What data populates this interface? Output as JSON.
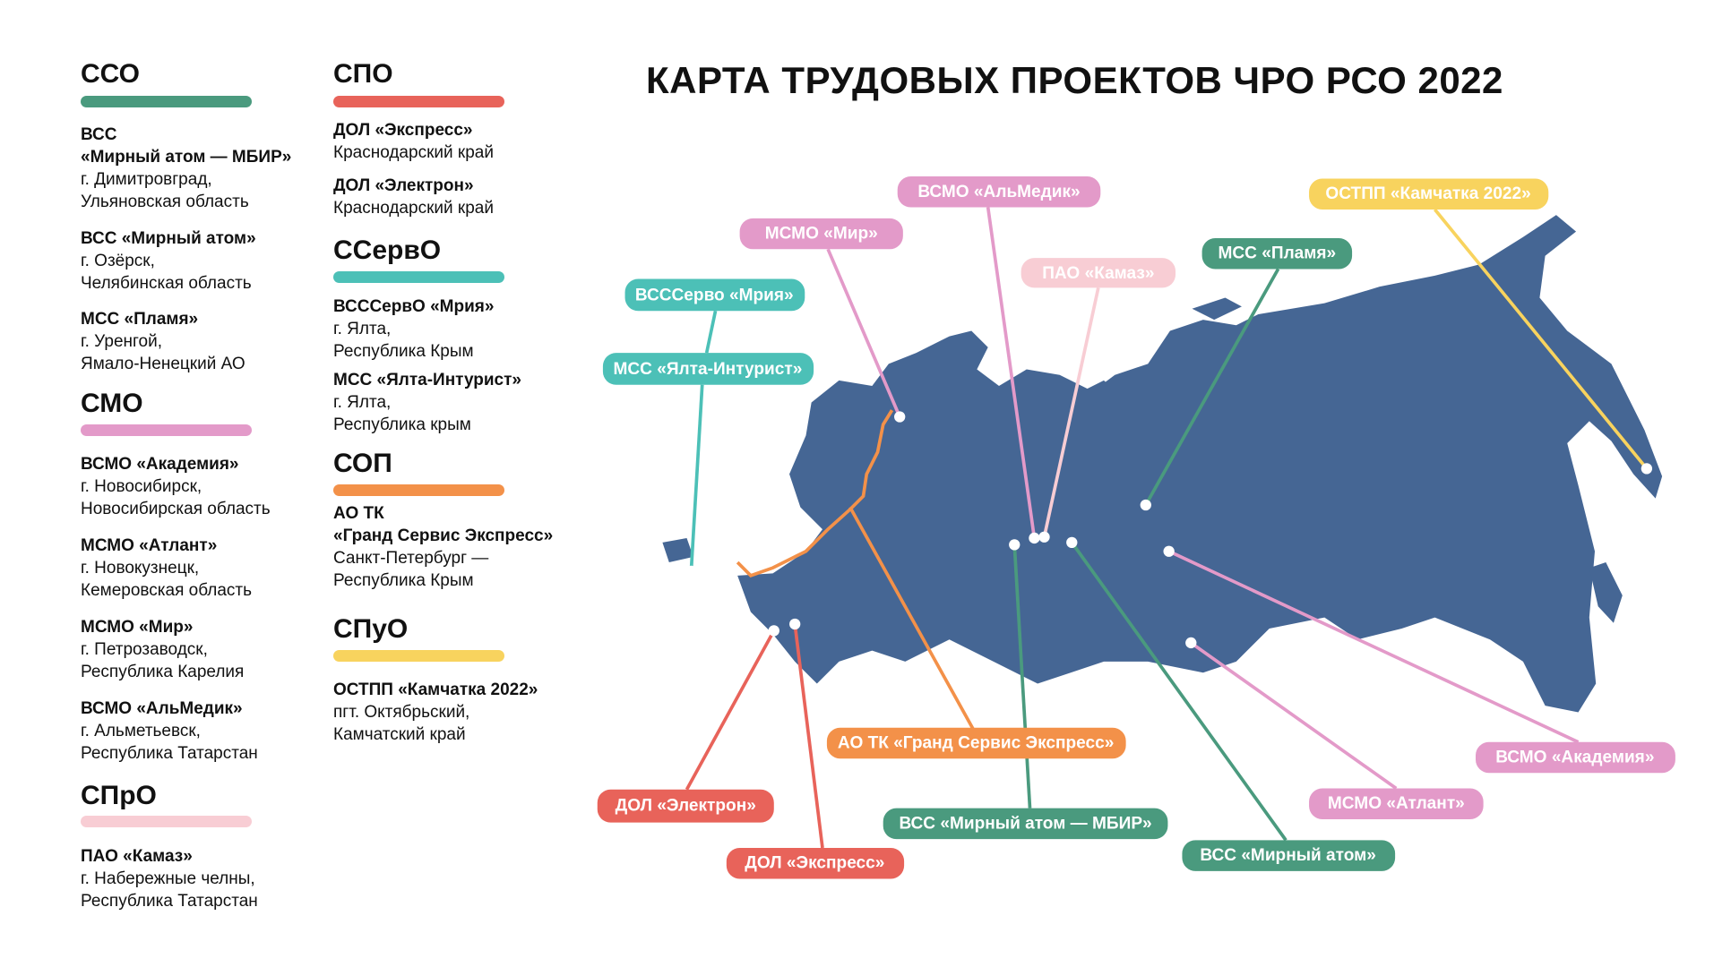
{
  "title": "КАРТА ТРУДОВЫХ ПРОЕКТОВ ЧРО РСО 2022",
  "colors": {
    "sso": "#4a9a7e",
    "spo": "#e8635a",
    "sservo": "#4cc0b7",
    "sop": "#f39149",
    "spuo": "#f8d35e",
    "smo": "#e39ac9",
    "spro": "#f8cdd4",
    "map": "#456694"
  },
  "legend": {
    "sso": {
      "title": "ССО",
      "items": [
        {
          "name1": "ВСС",
          "name2": "«Мирный атом — МБИР»",
          "l1": "г. Димитровград,",
          "l2": "Ульяновская область"
        },
        {
          "name1": "ВСС «Мирный атом»",
          "l1": "г. Озёрск,",
          "l2": "Челябинская область"
        },
        {
          "name1": "МСС «Пламя»",
          "l1": "г. Уренгой,",
          "l2": "Ямало-Ненецкий АО"
        }
      ]
    },
    "smo": {
      "title": "СМО",
      "items": [
        {
          "name1": "ВСМО «Академия»",
          "l1": "г. Новосибирск,",
          "l2": "Новосибирская область"
        },
        {
          "name1": "МСМО «Атлант»",
          "l1": "г. Новокузнецк,",
          "l2": "Кемеровская область"
        },
        {
          "name1": "МСМО «Мир»",
          "l1": "г. Петрозаводск,",
          "l2": "Республика Карелия"
        },
        {
          "name1": "ВСМО «АльМедик»",
          "l1": "г. Альметьевск,",
          "l2": "Республика Татарстан"
        }
      ]
    },
    "spro": {
      "title": "СПрО",
      "items": [
        {
          "name1": "ПАО «Камаз»",
          "l1": "г. Набережные челны,",
          "l2": "Республика Татарстан"
        }
      ]
    },
    "spo": {
      "title": "СПО",
      "items": [
        {
          "name1": "ДОЛ «Экспресс»",
          "l1": "Краснодарский край"
        },
        {
          "name1": "ДОЛ «Электрон»",
          "l1": "Краснодарский край"
        }
      ]
    },
    "sservo": {
      "title": "ССервО",
      "items": [
        {
          "name1": "ВСССервО «Мрия»",
          "l1": "г. Ялта,",
          "l2": "Республика Крым"
        },
        {
          "name1": "МСС «Ялта-Интурист»",
          "l1": "г. Ялта,",
          "l2": "Республика крым"
        }
      ]
    },
    "sop": {
      "title": "СОП",
      "items": [
        {
          "name1": "АО ТК",
          "name2": "«Гранд Сервис Экспресс»",
          "l1": "Санкт-Петербург —",
          "l2": "Республика Крым"
        }
      ]
    },
    "spuo": {
      "title": "СПуО",
      "items": [
        {
          "name1": "ОСТПП «Камчатка 2022»",
          "l1": "пгт. Октябрьский,",
          "l2": "Камчатский край"
        }
      ]
    }
  },
  "labels": {
    "almedik": "ВСМО «АльМедик»",
    "mir": "МСМО «Мир»",
    "kamaz": "ПАО «Камаз»",
    "kamchatka": "ОСТПП «Камчатка 2022»",
    "plamya": "МСС «Пламя»",
    "mriya": "ВСССерво «Мрия»",
    "yalta": "МСС «Ялта-Интурист»",
    "grand": "АО ТК «Гранд Сервис Экспресс»",
    "elektron": "ДОЛ «Электрон»",
    "express": "ДОЛ «Экспресс»",
    "mbir": "ВСС «Мирный атом — МБИР»",
    "atom": "ВСС «Мирный атом»",
    "akademiya": "ВСМО «Академия»",
    "atlant": "МСМО «Атлант»"
  }
}
